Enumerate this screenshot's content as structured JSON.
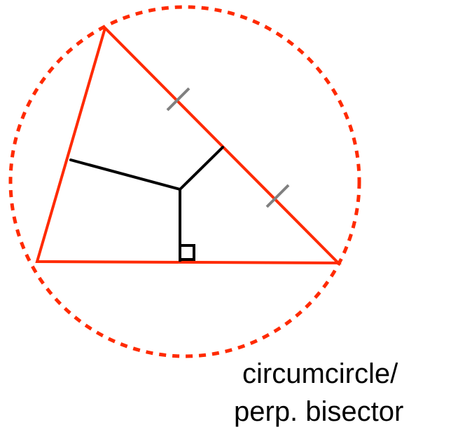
{
  "caption": {
    "line1": "circumcircle/",
    "line2": "perp. bisector"
  },
  "colors": {
    "triangle": "#ff2a00",
    "circumcircle": "#ff2a00",
    "bisectors": "#000000",
    "tick_marks": "#808080",
    "right_angle_marker": "#000000",
    "background": "#ffffff"
  },
  "elements": {
    "circumcircle_style": "dashed",
    "right_angle_marker": "square"
  }
}
